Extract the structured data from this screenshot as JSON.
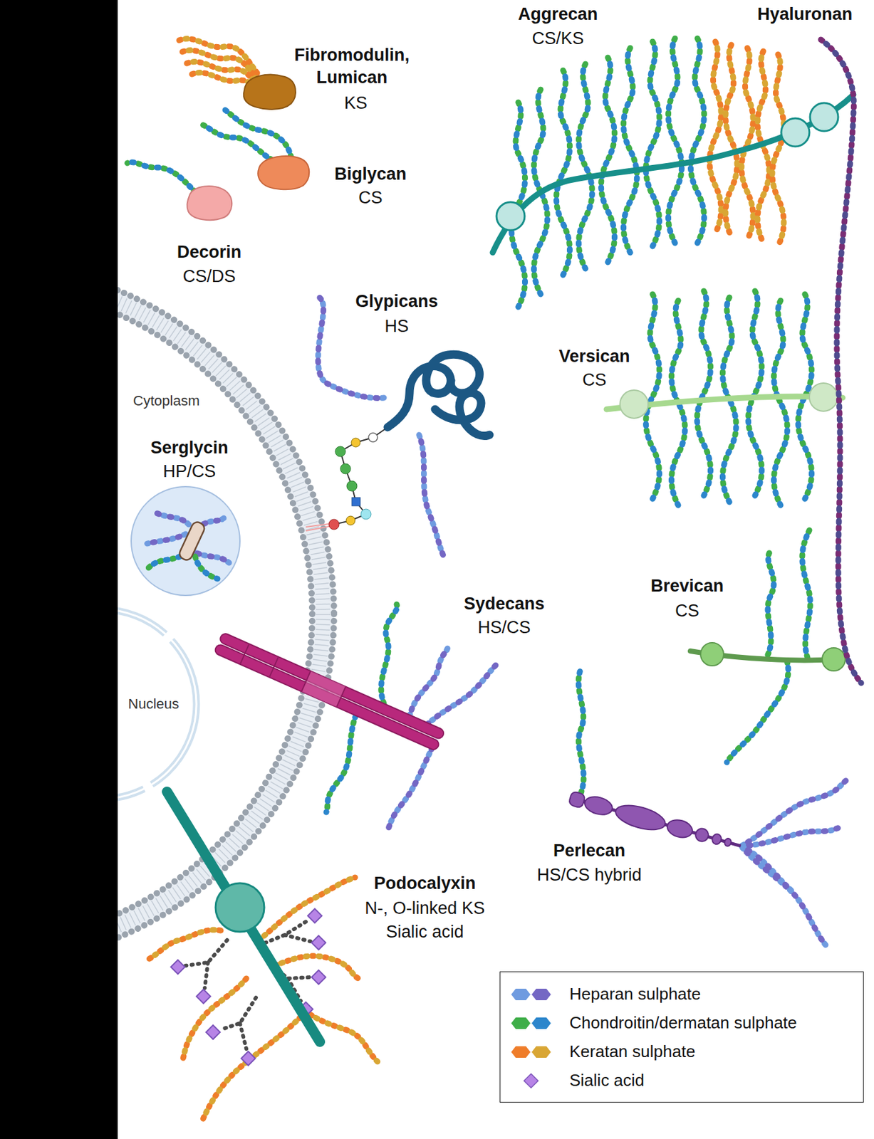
{
  "diagram": {
    "labels": [
      "Aggrecan",
      "CS/KS",
      "Hyaluronan",
      "Fibromodulin, Lumican",
      "KS",
      "Biglycan",
      "CS",
      "Decorin",
      "CS/DS",
      "Glypicans",
      "HS",
      "Cytoplasm",
      "Versican",
      "CS",
      "Serglycin",
      "HP/CS",
      "Sydecans",
      "HS/CS",
      "Brevican",
      "CS",
      "Nucleus",
      "Perlecan",
      "HS/CS hybrid",
      "Podocalyxin",
      "N-, O-linked KS",
      "Sialic acid"
    ],
    "legend": [
      {
        "text": "Heparan sulphate",
        "color": "#6f9be0"
      },
      {
        "text": "Chondroitin/dermatan sulphate",
        "color": "#3fae49"
      },
      {
        "text": "Keratan sulphate",
        "color": "#ef7d2a"
      },
      {
        "text": "Sialic acid",
        "color": "#b784e6"
      }
    ]
  }
}
